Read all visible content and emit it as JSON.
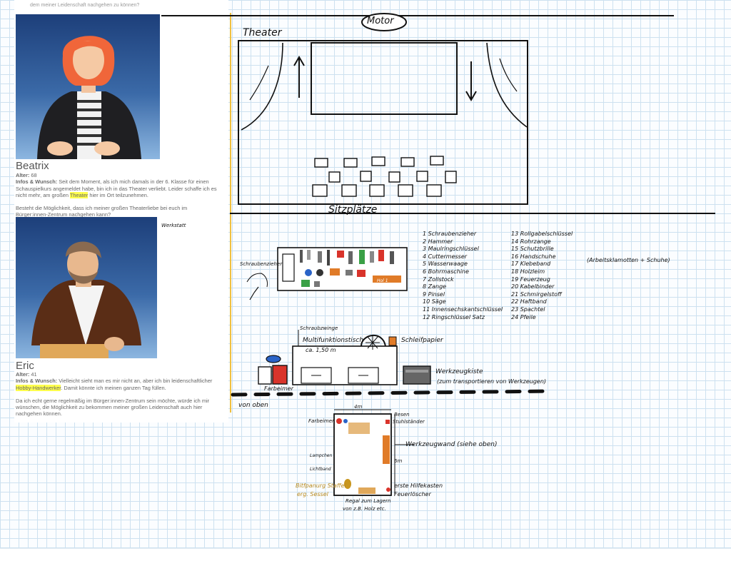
{
  "header_fragment": "dem meiner Leidenschaft nachgehen zu können?",
  "personas": [
    {
      "name": "Beatrix",
      "age_label": "Alter:",
      "age": "68",
      "info_label": "Infos & Wunsch:",
      "text_before": "Seit dem Moment, als ich mich damals in der 6. Klasse für einen Schauspielkurs angemeldet habe, bin ich in das Theater verliebt. Leider schaffe ich es nicht mehr, am großen ",
      "highlight": "Theater",
      "text_after": " hier im Ort teilzunehmen.",
      "question": "Besteht die Möglichkeit, dass ich meiner großen Theaterliebe bei euch im Bürger:innen-Zentrum nachgehen kann?"
    },
    {
      "name": "Eric",
      "age_label": "Alter:",
      "age": "41",
      "info_label": "Infos & Wunsch:",
      "text_before": "Vielleicht sieht man es mir nicht an, aber ich bin leidenschaftlicher ",
      "highlight": "Hobby-Handwerker",
      "text_after": ". Damit könnte ich meinen ganzen Tag füllen.",
      "question": "Da ich echt gerne regelmäßig im Bürger:innen-Zentrum sein möchte, würde ich mir wünschen, die Möglichkeit zu bekommen meiner großen Leidenschaft auch hier nachgehen können."
    }
  ],
  "sketch": {
    "motor_label": "Motor",
    "theater_label": "Theater",
    "seats_label": "Sitzplätze",
    "workshop_tag": "Werkstatt",
    "screwdriver_label": "Schraubenzieher",
    "multi_table_label": "Multifunktionstisch",
    "multi_table_size": "ca. 1,50 m",
    "clamp_label": "Schraubzwinge",
    "sandpaper_label": "Schleifpapier",
    "paint_label": "Farbeimer",
    "toolbox_label": "Werkzeugkiste",
    "toolbox_note": "(zum transportieren von Werkzeugen)",
    "topview_label": "von oben",
    "workshop_misc": "(Arbeitsklamotten + Schuhe)",
    "wall_tag": "Hol 1",
    "tools_col1": [
      "1 Schraubenzieher",
      "2 Hammer",
      "3 Maulringschlüssel",
      "4 Cuttermesser",
      "5 Wasserwaage",
      "6 Bohrmaschine",
      "7 Zollstock",
      "8 Zange",
      "9 Pinsel",
      "10 Säge",
      "11 Innensechskantschlüssel",
      "12 Ringschlüssel Satz"
    ],
    "tools_col2": [
      "13 Rollgabelschlüssel",
      "14 Rohrzange",
      "15 Schutzbrille",
      "16 Handschuhe",
      "17 Klebeband",
      "18 Holzleim",
      "19 Feuerzeug",
      "20 Kabelbinder",
      "21 Schmirgelstoff",
      "22 Haftband",
      "23 Spachtel",
      "24 Pfeile"
    ],
    "plan_width": "4m",
    "plan_height": "6m",
    "plan_left_label": "Farbeimer",
    "plan_right_top_1": "Besen",
    "plan_right_top_2": "Stuhlständer",
    "plan_wall_label": "Werkzeugwand (siehe oben)",
    "plan_lamp_1": "Lampchen",
    "plan_lamp_2": "Lichtband",
    "plan_firstaid": "erste Hilfekasten",
    "plan_extinguisher": "Feuerlöscher",
    "plan_shelf": "Regal zum Lagern",
    "plan_shelf_2": "von z.B. Holz etc.",
    "plan_easel": "Bitfpanurg Staffel",
    "plan_easel_2": "erg. Sessel"
  }
}
